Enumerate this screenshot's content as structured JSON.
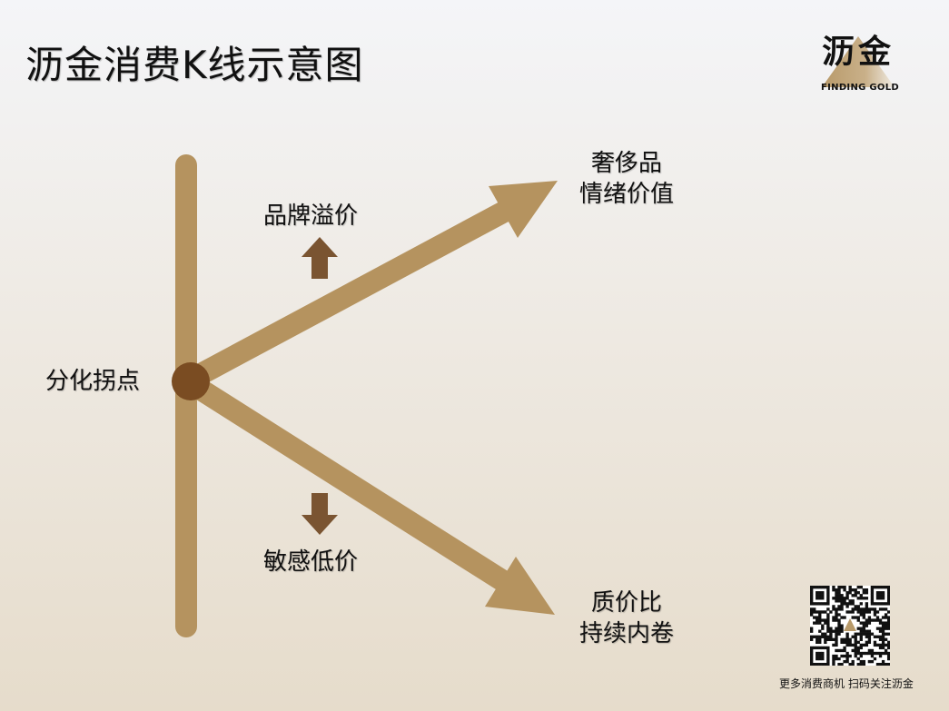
{
  "title": "沥金消费K线示意图",
  "logo": {
    "name": "沥金",
    "tagline": "FINDING GOLD"
  },
  "labels": {
    "pivot": "分化拐点",
    "up_arrow": "品牌溢价",
    "down_arrow": "敏感低价",
    "upper_end_line1": "奢侈品",
    "upper_end_line2": "情绪价值",
    "lower_end_line1": "质价比",
    "lower_end_line2": "持续内卷"
  },
  "qr": {
    "caption": "更多消费商机 扫码关注沥金"
  },
  "colors": {
    "line": "#b5935f",
    "pivot": "#7a4c22",
    "arrow": "#7a5431"
  }
}
